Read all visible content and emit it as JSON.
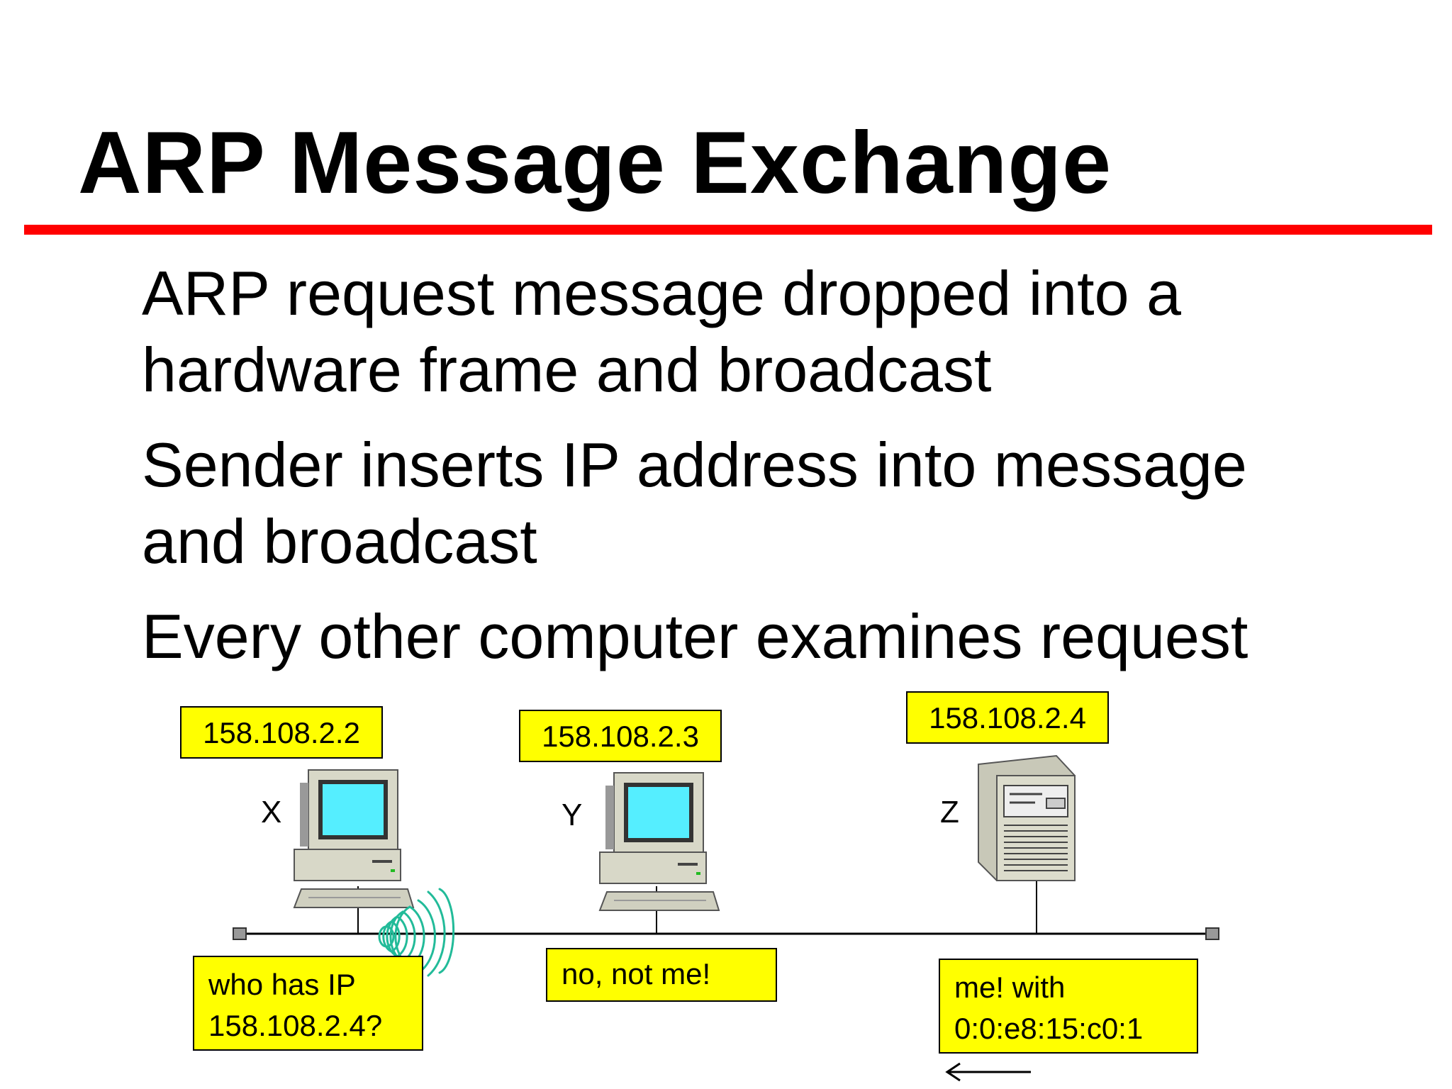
{
  "slide": {
    "title": "ARP Message Exchange",
    "bullets": [
      "ARP request message dropped into a\nhardware frame and broadcast",
      "Sender inserts IP address into message\nand broadcast",
      "Every other computer examines request"
    ]
  },
  "colors": {
    "title_rule": "#ff0000",
    "label_fill": "#ffff00",
    "screen": "#55eeff",
    "wave": "#22bb99",
    "network_line": "#000000"
  },
  "diagram": {
    "hosts": [
      {
        "letter": "X",
        "ip": "158.108.2.2",
        "icon": "desktop-computer-icon"
      },
      {
        "letter": "Y",
        "ip": "158.108.2.3",
        "icon": "desktop-computer-icon"
      },
      {
        "letter": "Z",
        "ip": "158.108.2.4",
        "icon": "server-tower-icon"
      }
    ],
    "messages": {
      "request": "who has IP\n158.108.2.4?",
      "y_reply": "no, not me!",
      "z_reply": "me! with\n0:0:e8:15:c0:1"
    },
    "icons": {
      "broadcast": "broadcast-wave-icon",
      "reply_arrow": "left-arrow-icon"
    }
  }
}
